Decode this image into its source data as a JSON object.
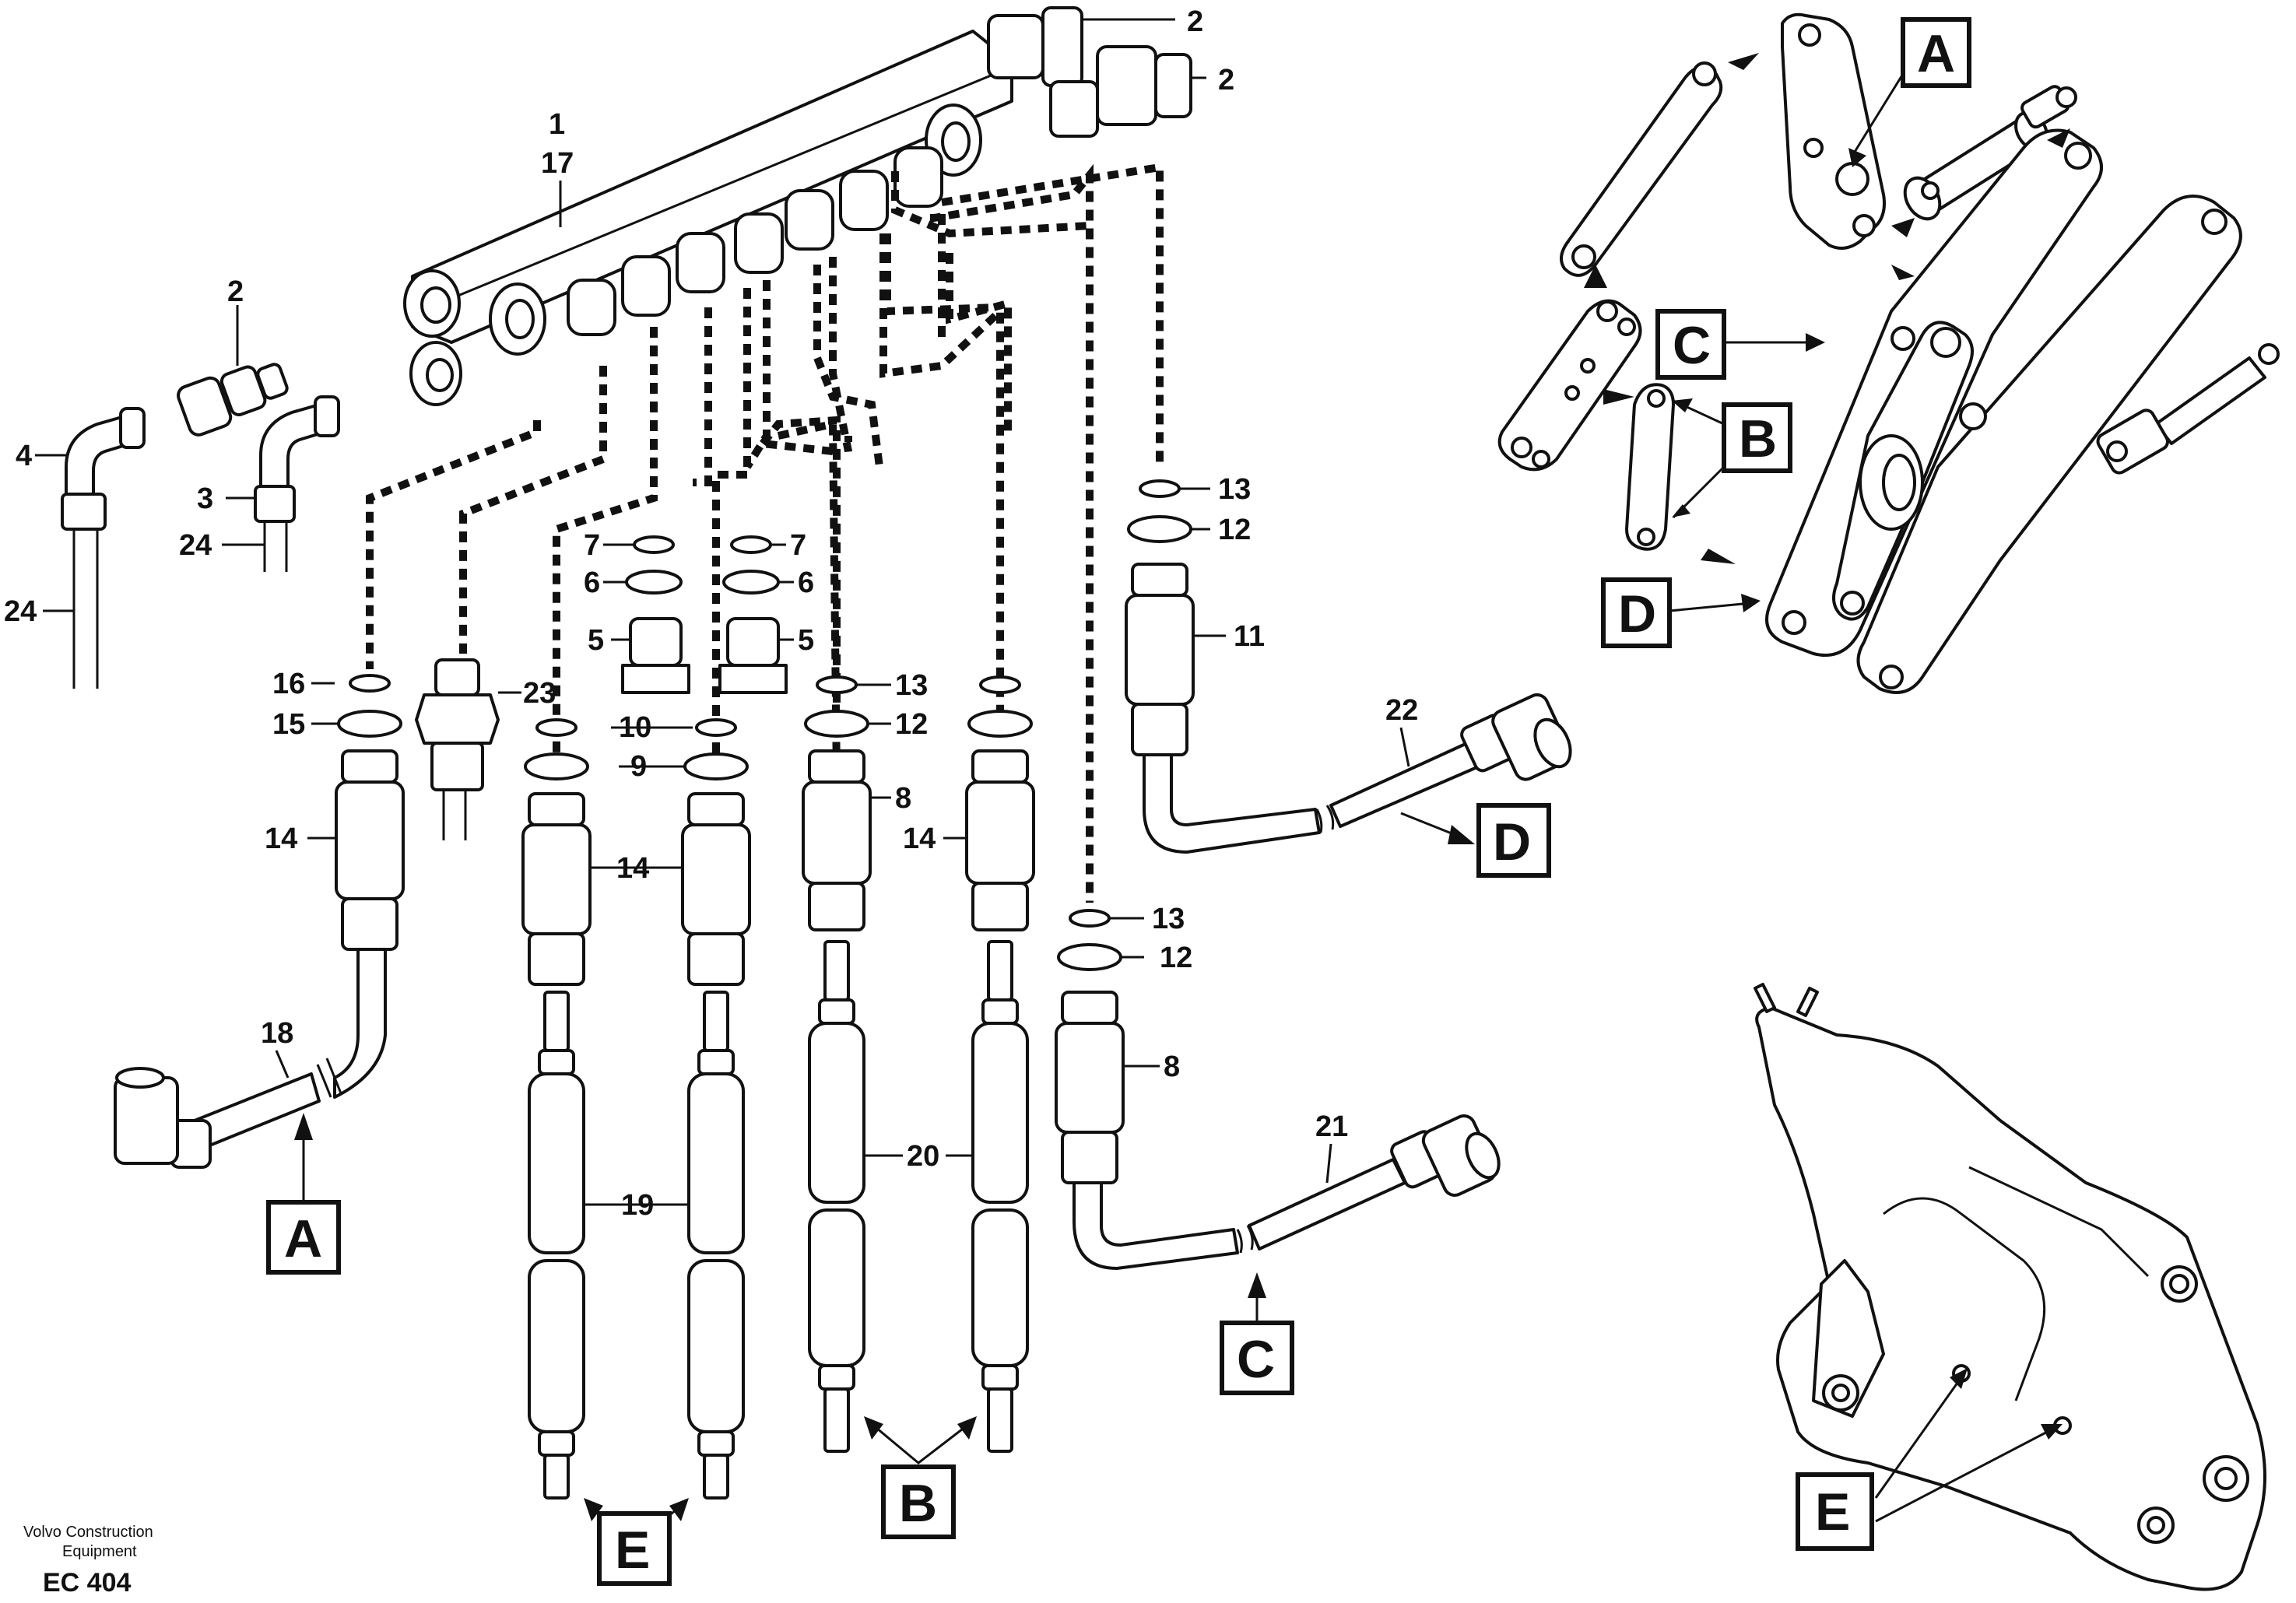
{
  "callouts": {
    "c1": "1",
    "c17": "17",
    "c2a": "2",
    "c2b": "2",
    "c2c": "2",
    "c3": "3",
    "c4": "4",
    "c24a": "24",
    "c24b": "24",
    "c5a": "5",
    "c5b": "5",
    "c6a": "6",
    "c6b": "6",
    "c7a": "7",
    "c7b": "7",
    "c8a": "8",
    "c8b": "8",
    "c9": "9",
    "c10": "10",
    "c11": "11",
    "c12a": "12",
    "c12b": "12",
    "c12c": "12",
    "c13a": "13",
    "c13b": "13",
    "c13c": "13",
    "c14a": "14",
    "c14b": "14",
    "c14c": "14",
    "c15": "15",
    "c16": "16",
    "c18": "18",
    "c19": "19",
    "c20": "20",
    "c21": "21",
    "c22": "22",
    "c23": "23"
  },
  "refs": {
    "a_hose": "A",
    "b_hose": "B",
    "c_hose": "C",
    "d_hose": "D",
    "e_hose": "E",
    "a_link": "A",
    "b_link": "B",
    "c_link": "C",
    "d_link": "D",
    "e_frame": "E"
  },
  "footer": {
    "company_line1": "Volvo Construction",
    "company_line2": "Equipment",
    "code": "EC 404"
  }
}
